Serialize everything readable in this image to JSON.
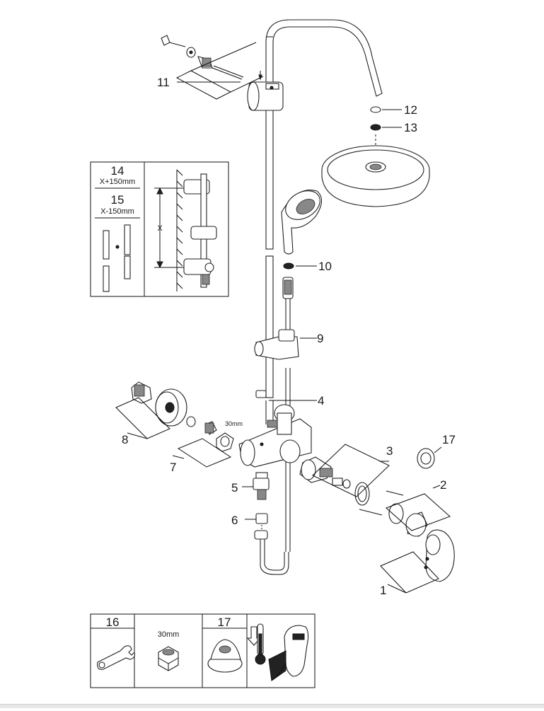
{
  "callouts": {
    "c1": "1",
    "c2": "2",
    "c3": "3",
    "c4": "4",
    "c5": "5",
    "c6": "6",
    "c7": "7",
    "c8": "8",
    "c9": "9",
    "c10": "10",
    "c11": "11",
    "c12": "12",
    "c13": "13",
    "c17": "17"
  },
  "nut_size_label": "30mm",
  "height_box": {
    "item14_number": "14",
    "item14_text": "X+150mm",
    "item15_number": "15",
    "item15_text": "X-150mm",
    "dimension_label": "X"
  },
  "tools_box": {
    "col16_number": "16",
    "col_nut_label": "30mm",
    "col17_number": "17"
  },
  "icons": [
    "wrench-icon",
    "hex-nut-icon",
    "seal-cap-icon",
    "thermometer-icon",
    "arrow-down-icon",
    "lever-handle-icon"
  ]
}
